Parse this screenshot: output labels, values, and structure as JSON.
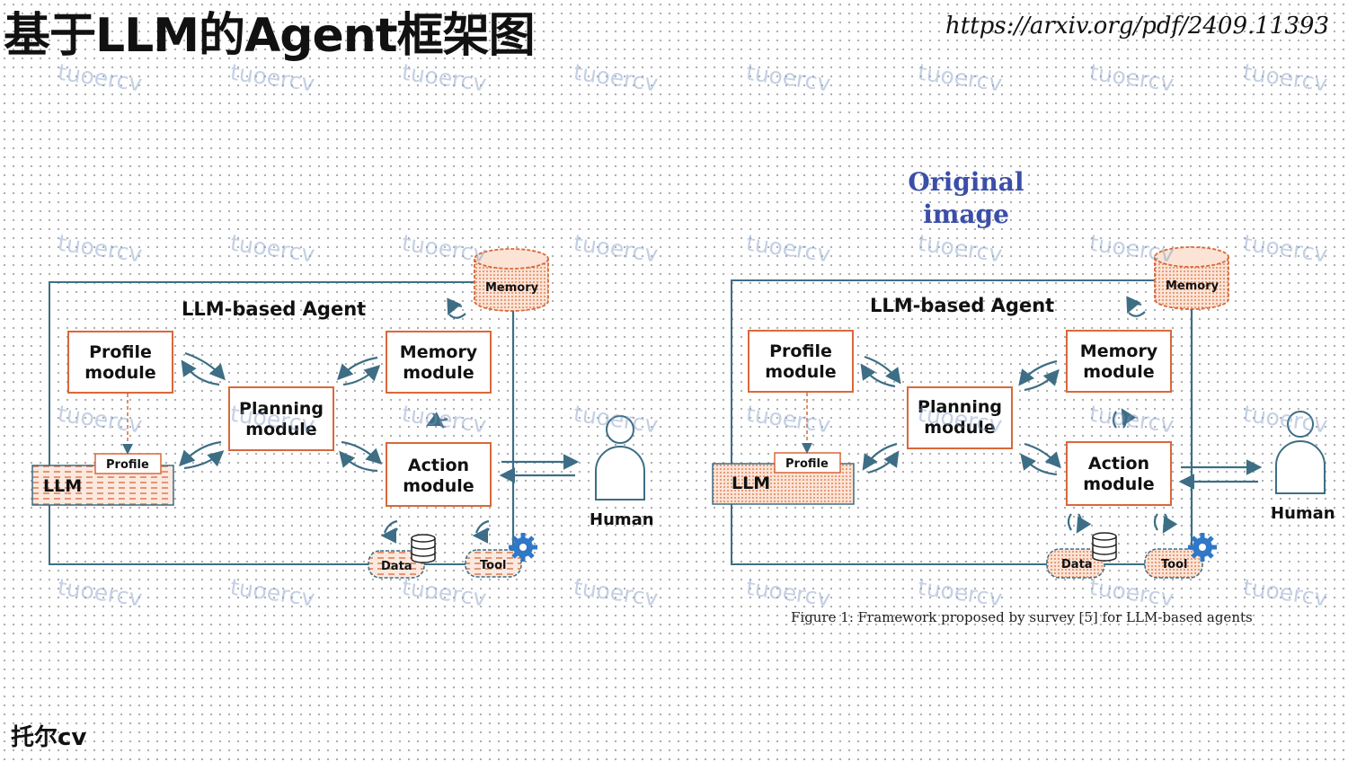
{
  "header": {
    "title": "基于LLM的Agent框架图",
    "source_url": "https://arxiv.org/pdf/2409.11393"
  },
  "footer": {
    "brand": "托尔cv"
  },
  "watermark": {
    "text": "tuoercv"
  },
  "original_label": {
    "line1": "Original",
    "line2": "image"
  },
  "diagram": {
    "title": "LLM-based Agent",
    "profile_line1": "Profile",
    "profile_line2": "module",
    "planning_line1": "Planning",
    "planning_line2": "module",
    "memory_line1": "Memory",
    "memory_line2": "module",
    "action_line1": "Action",
    "action_line2": "module",
    "llm_label": "LLM",
    "profile_tag": "Profile",
    "memory_store": "Memory",
    "data_label": "Data",
    "tool_label": "Tool",
    "human_label": "Human"
  },
  "caption": {
    "text": "Figure 1: Framework proposed by survey [5] for LLM-based agents"
  },
  "colors": {
    "frame": "#3d6e85",
    "module_border": "#d9683a",
    "accent_label": "#3b4ea8",
    "tool_gear": "#2f77c7"
  }
}
